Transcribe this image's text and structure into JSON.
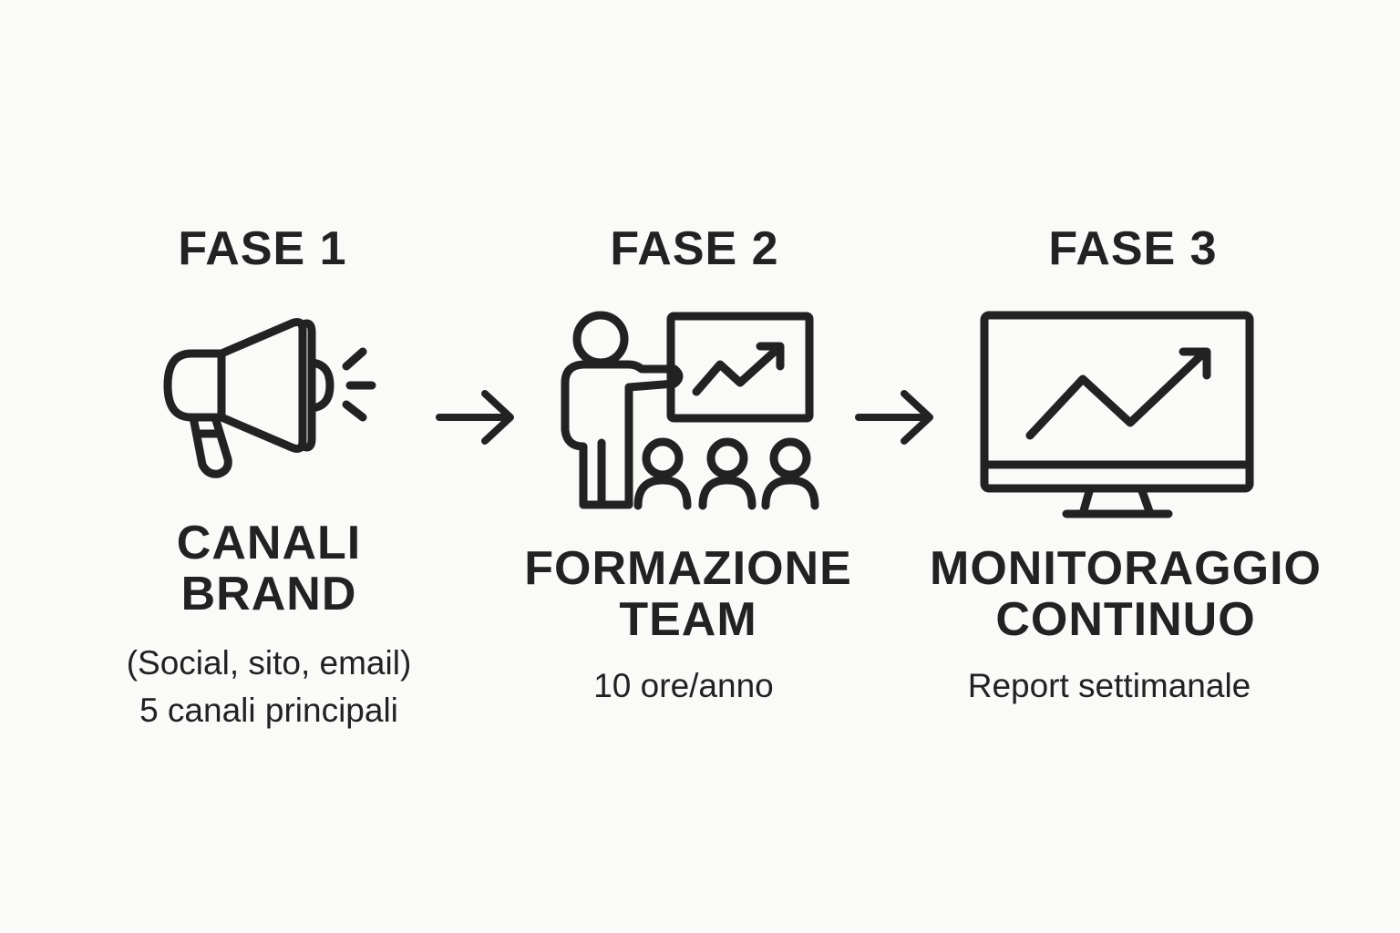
{
  "diagram": {
    "phases": [
      {
        "label": "FASE 1",
        "icon": "megaphone-icon",
        "title_line1": "CANALI",
        "title_line2": "BRAND",
        "detail_line1": "(Social, sito, email)",
        "detail_line2": "5 canali principali"
      },
      {
        "label": "FASE 2",
        "icon": "presentation-team-icon",
        "title_line1": "FORMAZIONE",
        "title_line2": "TEAM",
        "detail_line1": "10 ore/anno"
      },
      {
        "label": "FASE 3",
        "icon": "monitor-chart-icon",
        "title_line1": "MONITORAGGIO",
        "title_line2": "CONTINUO",
        "detail_line1": "Report settimanale"
      }
    ],
    "connectors": [
      "arrow-right-icon",
      "arrow-right-icon"
    ],
    "colors": {
      "background": "#fafaf8",
      "ink": "#222222"
    }
  }
}
